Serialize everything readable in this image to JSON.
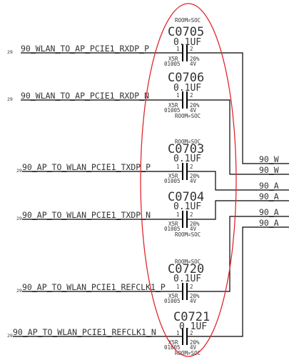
{
  "highlight_color": "#e0282e",
  "wire_color": "#000000",
  "text_color": "#333333",
  "capacitors": [
    {
      "sheet": "29",
      "net": "90_WLAN_TO_AP_PCIE1_RXDP_P",
      "room_top": "ROOM=SOC",
      "room_bottom": "",
      "ref": "C0705",
      "value": "0.1UF",
      "pin1": "1",
      "pin2": "2",
      "dielectric": "X5R",
      "package": "01005",
      "tolerance": "20%",
      "voltage": "4V"
    },
    {
      "sheet": "29",
      "net": "90_WLAN_TO_AP_PCIE1_RXDP_N",
      "room_top": "",
      "room_bottom": "ROOM=SOC",
      "ref": "C0706",
      "value": "0.1UF",
      "pin1": "1",
      "pin2": "2",
      "dielectric": "X5R",
      "package": "01005",
      "tolerance": "20%",
      "voltage": "4V"
    },
    {
      "sheet": "29",
      "net": "90_AP_TO_WLAN_PCIE1_TXDP_P",
      "room_top": "ROOM=SOC",
      "room_bottom": "",
      "ref": "C0703",
      "value": "0.1UF",
      "pin1": "1",
      "pin2": "2",
      "dielectric": "X5R",
      "package": "01005",
      "tolerance": "20%",
      "voltage": "4V"
    },
    {
      "sheet": "29",
      "net": "90_AP_TO_WLAN_PCIE1_TXDP_N",
      "room_top": "",
      "room_bottom": "ROOM=SOC",
      "ref": "C0704",
      "value": "0.1UF",
      "pin1": "1",
      "pin2": "2",
      "dielectric": "X5R",
      "package": "01005",
      "tolerance": "20%",
      "voltage": "4V"
    },
    {
      "sheet": "29",
      "net": "90_AP_TO_WLAN_PCIE1_REFCLK1_P",
      "room_top": "ROOM=SOC",
      "room_bottom": "",
      "ref": "C0720",
      "value": "0.1UF",
      "pin1": "1",
      "pin2": "2",
      "dielectric": "X5R",
      "package": "01005",
      "tolerance": "20%",
      "voltage": "4V"
    },
    {
      "sheet": "29",
      "net": "90_AP_TO_WLAN_PCIE1_REFCLK1_N",
      "room_top": "",
      "room_bottom": "ROOM=SOC",
      "ref": "C0721",
      "value": "0.1UF",
      "pin1": "1",
      "pin2": "2",
      "dielectric": "X5R",
      "package": "01005",
      "tolerance": "20%",
      "voltage": "4V"
    }
  ],
  "right_nets": [
    "90_W",
    "90_W",
    "90_A",
    "90_A",
    "90_A",
    "90_A"
  ]
}
